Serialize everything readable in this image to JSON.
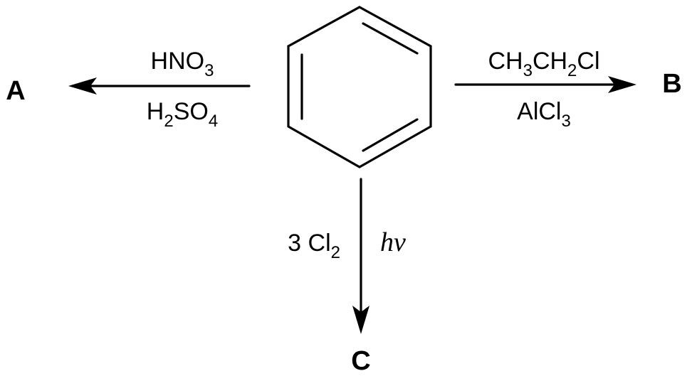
{
  "molecule": {
    "name_icon": "benzene-ring-icon"
  },
  "products": {
    "a": "A",
    "b": "B",
    "c": "C"
  },
  "reaction_a": {
    "top": {
      "main": "HNO",
      "sub": "3"
    },
    "bottom": {
      "p1": "H",
      "s1": "2",
      "p2": "SO",
      "s2": "4"
    }
  },
  "reaction_b": {
    "top": {
      "p1": "CH",
      "s1": "3",
      "p2": "CH",
      "s2": "2",
      "p3": "Cl"
    },
    "bottom": {
      "main": "AlCl",
      "sub": "3"
    }
  },
  "reaction_c": {
    "left": {
      "main": "3 Cl",
      "sub": "2"
    },
    "right": "hν"
  }
}
